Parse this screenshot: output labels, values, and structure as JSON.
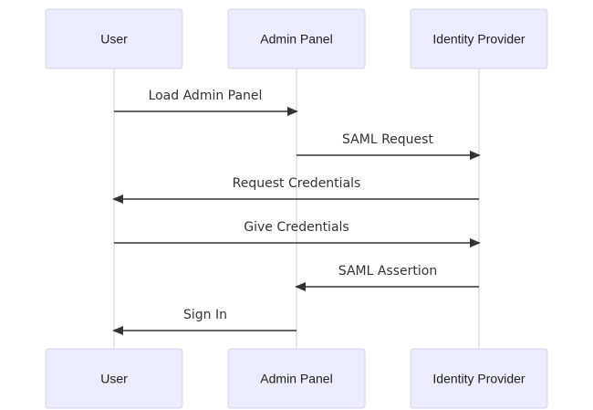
{
  "participants": [
    {
      "id": "user",
      "label": "User"
    },
    {
      "id": "admin",
      "label": "Admin Panel"
    },
    {
      "id": "idp",
      "label": "Identity Provider"
    }
  ],
  "messages": [
    {
      "from": "user",
      "to": "admin",
      "label": "Load Admin Panel"
    },
    {
      "from": "admin",
      "to": "idp",
      "label": "SAML Request"
    },
    {
      "from": "idp",
      "to": "user",
      "label": "Request Credentials"
    },
    {
      "from": "user",
      "to": "idp",
      "label": "Give Credentials"
    },
    {
      "from": "idp",
      "to": "admin",
      "label": "SAML Assertion"
    },
    {
      "from": "admin",
      "to": "user",
      "label": "Sign In"
    }
  ],
  "colors": {
    "actor_fill": "#ECECFF",
    "actor_stroke": "#d4d4f0",
    "lifeline": "#cfcfcf",
    "message": "#333333"
  }
}
